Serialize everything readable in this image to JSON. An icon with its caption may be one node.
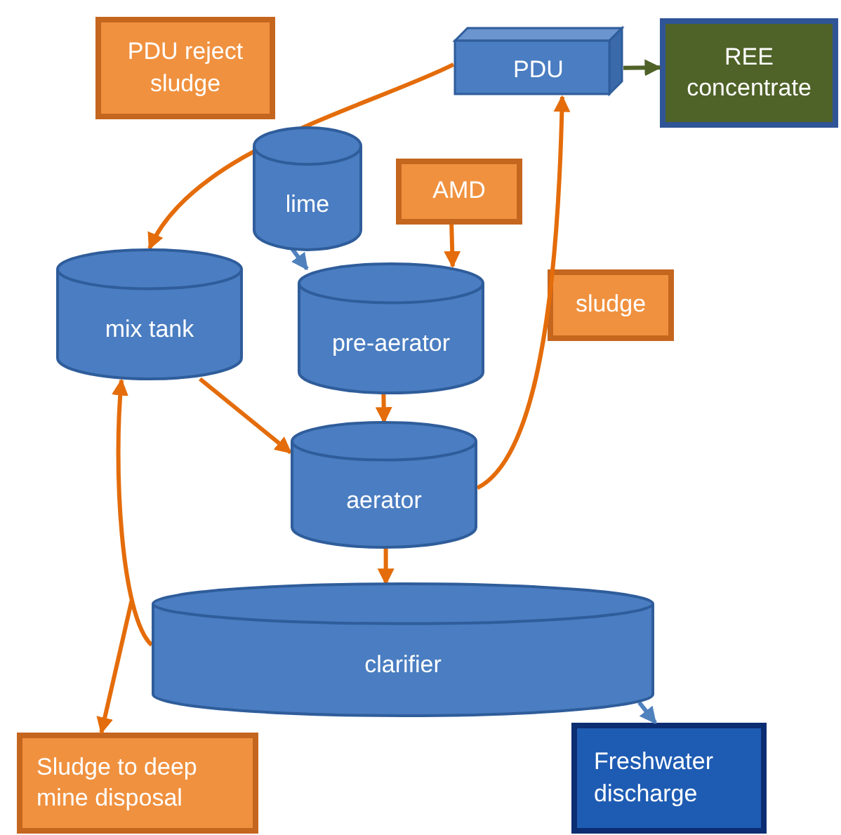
{
  "diagram": {
    "nodes": [
      {
        "text": [
          "PDU reject sludge"
        ]
      },
      {
        "text": [
          "PDU"
        ]
      },
      {
        "text": [
          "REE concentrate"
        ]
      },
      {
        "text": [
          "lime"
        ]
      },
      {
        "text": [
          "AMD"
        ]
      },
      {
        "text": [
          "mix tank"
        ]
      },
      {
        "text": [
          "pre-aerator"
        ]
      },
      {
        "text": [
          "sludge"
        ]
      },
      {
        "text": [
          "aerator"
        ]
      },
      {
        "text": [
          "clarifier"
        ]
      },
      {
        "text": [
          "Sludge to deep mine disposal"
        ]
      },
      {
        "text": [
          "Freshwater discharge"
        ]
      }
    ],
    "edges": [
      {
        "from": 1,
        "to": 5,
        "arrow": "to"
      },
      {
        "from": 1,
        "to": 2,
        "arrow": "to",
        "color": "#4f6228"
      },
      {
        "from": 3,
        "to": 6,
        "arrow": "to",
        "color": "#4f81bd"
      },
      {
        "from": 4,
        "to": 6,
        "arrow": "to"
      },
      {
        "from": 5,
        "to": 8,
        "arrow": "to"
      },
      {
        "from": 6,
        "to": 8,
        "arrow": "to"
      },
      {
        "from": 8,
        "to": 1,
        "arrow": "to"
      },
      {
        "from": 8,
        "to": 9,
        "arrow": "to"
      },
      {
        "from": 9,
        "to": 5,
        "arrow": "to"
      },
      {
        "from": 9,
        "to": 10,
        "arrow": "to"
      },
      {
        "from": 9,
        "to": 11,
        "arrow": "to",
        "color": "#4f81bd"
      }
    ]
  }
}
